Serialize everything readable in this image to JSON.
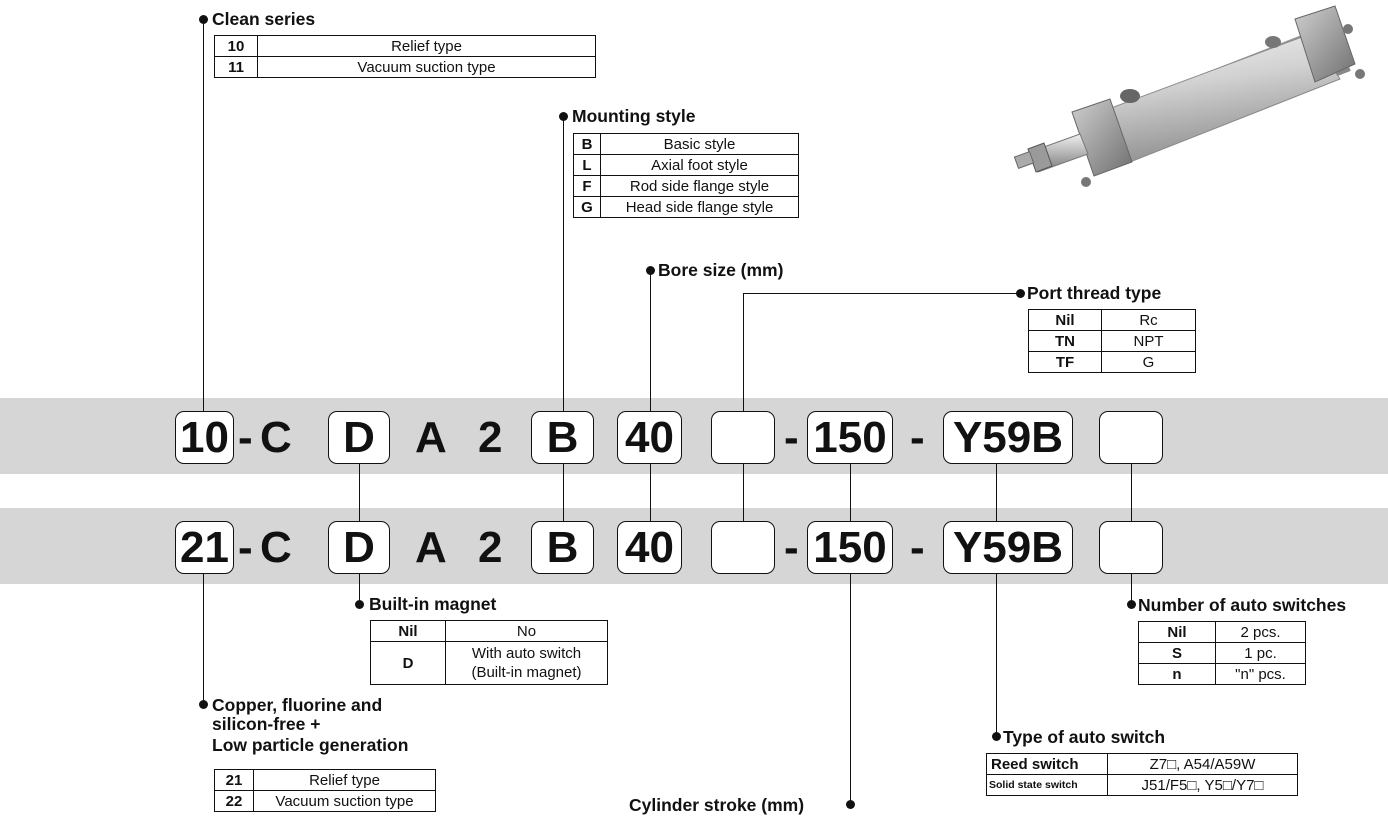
{
  "model_upper": {
    "series": "10",
    "dash1": "-",
    "letter_c": "C",
    "magnet": "D",
    "letter_a": "A",
    "digit_2": "2",
    "mounting": "B",
    "bore": "40",
    "port": "",
    "dash2": "-",
    "stroke": "150",
    "dash3": "-",
    "switch": "Y59B",
    "switch_count": ""
  },
  "model_lower": {
    "series": "21",
    "dash1": "-",
    "letter_c": "C",
    "magnet": "D",
    "letter_a": "A",
    "digit_2": "2",
    "mounting": "B",
    "bore": "40",
    "port": "",
    "dash2": "-",
    "stroke": "150",
    "dash3": "-",
    "switch": "Y59B",
    "switch_count": ""
  },
  "clean_series": {
    "title": "Clean series",
    "rows": [
      {
        "code": "10",
        "label": "Relief type"
      },
      {
        "code": "11",
        "label": "Vacuum suction type"
      }
    ]
  },
  "mounting_style": {
    "title": "Mounting style",
    "rows": [
      {
        "code": "B",
        "label": "Basic style"
      },
      {
        "code": "L",
        "label": "Axial foot style"
      },
      {
        "code": "F",
        "label": "Rod side flange style"
      },
      {
        "code": "G",
        "label": "Head side flange style"
      }
    ]
  },
  "bore_size": {
    "title": "Bore size (mm)"
  },
  "port_thread": {
    "title": "Port thread type",
    "rows": [
      {
        "code": "Nil",
        "label": "Rc"
      },
      {
        "code": "TN",
        "label": "NPT"
      },
      {
        "code": "TF",
        "label": "G"
      }
    ]
  },
  "built_in_magnet": {
    "title": "Built-in magnet",
    "rows": [
      {
        "code": "Nil",
        "label": "No"
      },
      {
        "code": "D",
        "label_line1": "With auto switch",
        "label_line2": "(Built-in magnet)"
      }
    ]
  },
  "copper_free": {
    "title_line1": "Copper, fluorine and",
    "title_line2": "silicon-free +",
    "title_line3": "Low particle generation",
    "rows": [
      {
        "code": "21",
        "label": "Relief type"
      },
      {
        "code": "22",
        "label": "Vacuum suction type"
      }
    ]
  },
  "cylinder_stroke": {
    "title": "Cylinder stroke (mm)"
  },
  "auto_switch_type": {
    "title": "Type of auto switch",
    "rows": [
      {
        "code": "Reed switch",
        "label": "Z7□, A54/A59W"
      },
      {
        "code": "Solid state switch",
        "label": "J51/F5□, Y5□/Y7□"
      }
    ]
  },
  "auto_switch_count": {
    "title": "Number of auto switches",
    "rows": [
      {
        "code": "Nil",
        "label": "2 pcs."
      },
      {
        "code": "S",
        "label": "1 pc."
      },
      {
        "code": "n",
        "label": "\"n\" pcs."
      }
    ]
  }
}
